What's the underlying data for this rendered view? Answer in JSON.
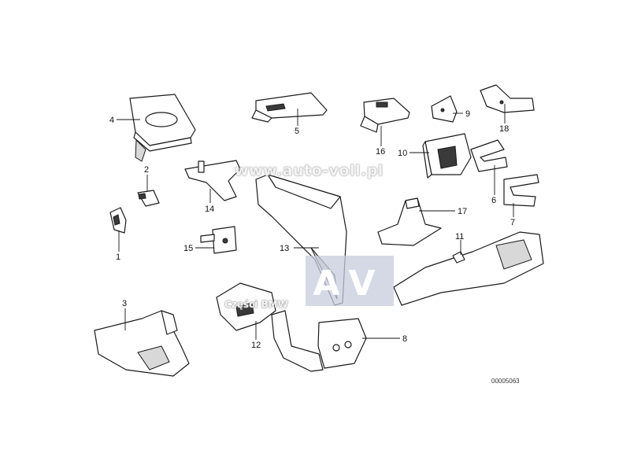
{
  "callouts": {
    "c1": "1",
    "c2": "2",
    "c3": "3",
    "c4": "4",
    "c5": "5",
    "c6": "6",
    "c7": "7",
    "c8": "8",
    "c9": "9",
    "c10": "10",
    "c11": "11",
    "c12": "12",
    "c13": "13",
    "c14": "14",
    "c15": "15",
    "c16": "16",
    "c17": "17",
    "c18": "18"
  },
  "watermark": {
    "url": "www.auto-voll.pl",
    "czesci": "Części BMW",
    "logo_letters": "AV"
  },
  "doc_id": "00005063"
}
